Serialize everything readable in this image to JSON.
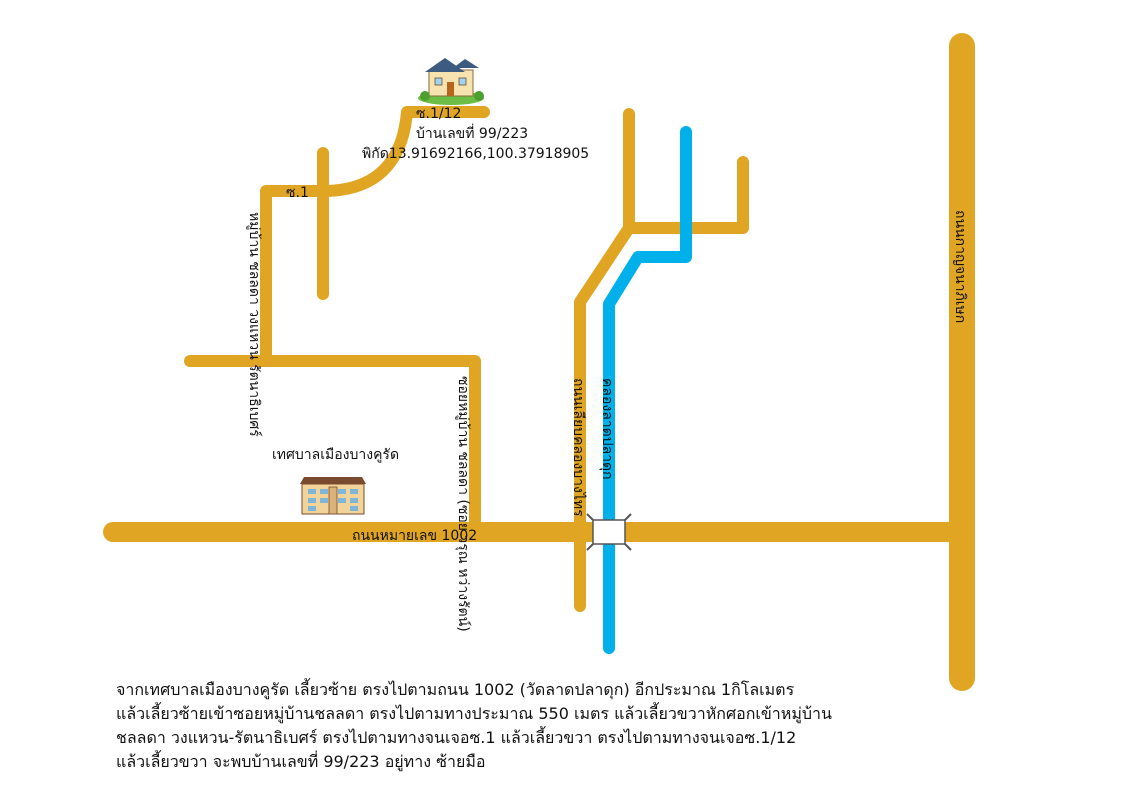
{
  "colors": {
    "road": "#E0A623",
    "canal": "#00B0EA",
    "building_roof": "#7A4A2E",
    "building_wall": "#F2D49B",
    "house_roof": "#3D5A80",
    "house_wall": "#F7E3B0",
    "grass": "#6DBE45"
  },
  "icons": {
    "house": "house-icon",
    "municipality": "municipality-building-icon",
    "bridge": "bridge-icon"
  },
  "labels": {
    "soi_1_12": "ซ.1/12",
    "house_number": "บ้านเลขที่ 99/223",
    "coordinates": "พิกัด13.91692166,100.37918905",
    "soi_1": "ซ.1",
    "village_ring": "หมู่บ้าน ชลลดา วงแหวน รัตนาธิเบศร์",
    "soi_village": "ซอยหมู่บ้าน ชลลดา (ซอย วรุณ หว่างรัตน์)",
    "municipality": "เทศบาลเมืองบางคูรัด",
    "road_1002": "ถนนหมายเลข 1002",
    "road_khlong": "ถนนเลียบคลองบางไทร",
    "canal": "คลองลาดปลาดุก",
    "ring_road": "ถนนกาญจนาภิเษก"
  },
  "directions": {
    "line1": "จากเทศบาลเมืองบางคูรัด เลี้ยวซ้าย ตรงไปตามถนน 1002 (วัดลาดปลาดุก) อีกประมาณ 1กิโลเมตร",
    "line2": "แล้วเลี้ยวซ้ายเข้าซอยหมู่บ้านชลลดา ตรงไปตามทางประมาณ 550 เมตร แล้วเลี้ยวขวาหักศอกเข้าหมู่บ้าน",
    "line3": "ชลลดา วงแหวน-รัตนาธิเบศร์ ตรงไปตามทางจนเจอซ.1 แล้วเลี้ยวขวา ตรงไปตามทางจนเจอซ.1/12",
    "line4": "แล้วเลี้ยวขวา จะพบบ้านเลขที่ 99/223 อยู่ทาง ซ้ายมือ"
  }
}
